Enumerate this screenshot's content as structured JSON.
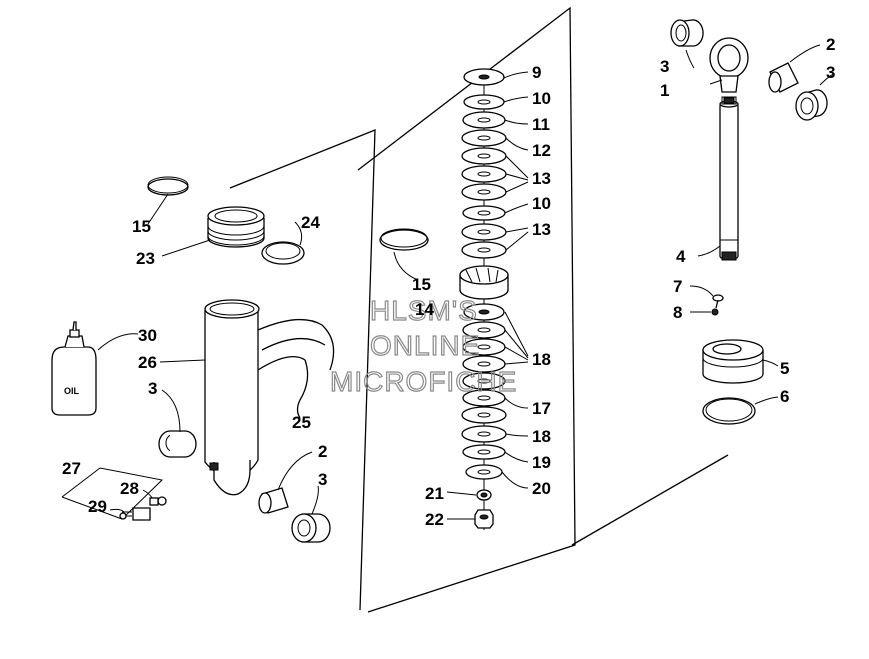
{
  "callouts": {
    "c1": "1",
    "c2a": "2",
    "c2b": "2",
    "c3a": "3",
    "c3b": "3",
    "c3c": "3",
    "c3d": "3",
    "c4": "4",
    "c5": "5",
    "c6": "6",
    "c7": "7",
    "c8": "8",
    "c9": "9",
    "c10a": "10",
    "c10b": "10",
    "c11": "11",
    "c12": "12",
    "c13a": "13",
    "c13b": "13",
    "c14": "14",
    "c15a": "15",
    "c15b": "15",
    "c17": "17",
    "c18a": "18",
    "c18b": "18",
    "c19": "19",
    "c20": "20",
    "c21": "21",
    "c22": "22",
    "c23": "23",
    "c24": "24",
    "c25": "25",
    "c26": "26",
    "c27": "27",
    "c28": "28",
    "c29": "29",
    "c30": "30"
  },
  "bottle_label": "OIL",
  "watermark": {
    "line1": "HLSM'S",
    "line2": "ONLINE",
    "line3": "MICROFICHE"
  }
}
